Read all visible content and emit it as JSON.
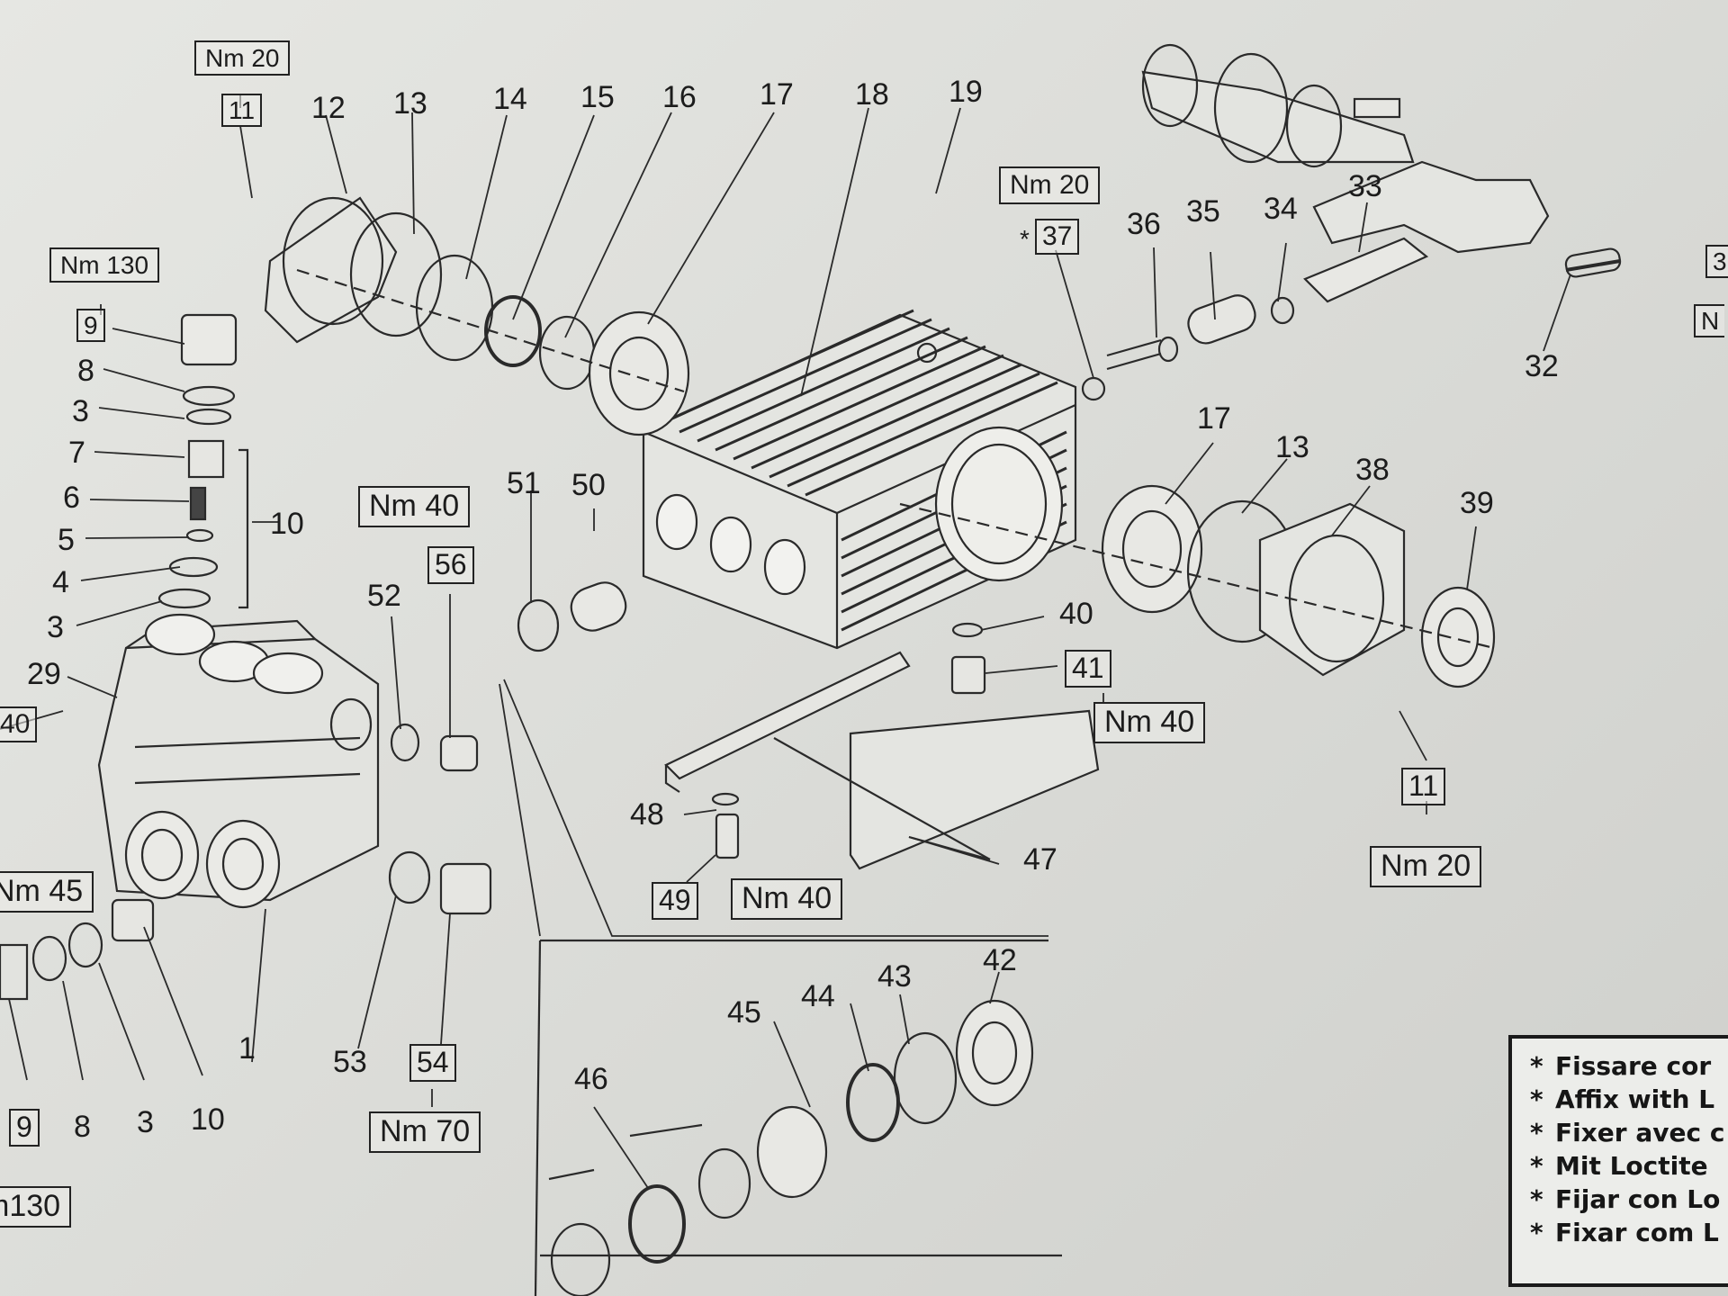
{
  "parts": {
    "p12": "12",
    "p13a": "13",
    "p14": "14",
    "p15": "15",
    "p16": "16",
    "p17a": "17",
    "p18": "18",
    "p19": "19",
    "p36": "36",
    "p35": "35",
    "p34": "34",
    "p33": "33",
    "p32": "32",
    "p8a": "8",
    "p3a": "3",
    "p7": "7",
    "p6": "6",
    "p5": "5",
    "p4": "4",
    "p3b": "3",
    "p10a": "10",
    "p29": "29",
    "p52": "52",
    "p51": "51",
    "p50": "50",
    "p17b": "17",
    "p13b": "13",
    "p38": "38",
    "p39": "39",
    "p40": "40",
    "p48": "48",
    "p47": "47",
    "p1": "1",
    "p53": "53",
    "p8b": "8",
    "p3c": "3",
    "p10b": "10",
    "p46": "46",
    "p45": "45",
    "p44": "44",
    "p43": "43",
    "p42": "42"
  },
  "labels": {
    "torque_12": "Nm 20",
    "ref_11_top": "11",
    "torque_37": "Nm 20",
    "asterisk": "*",
    "ref_37": "37",
    "edge_ref": "3",
    "edge_nm": "N",
    "torque_9_top": "Nm 130",
    "ref_9_top": "9",
    "ref_40_left": "40",
    "torque_56": "Nm 40",
    "ref_56": "56",
    "ref_41": "41",
    "torque_41": "Nm 40",
    "ref_11_right": "11",
    "torque_11_right": "Nm 20",
    "ref_49": "49",
    "torque_49": "Nm 40",
    "torque_10_left": "Nm 45",
    "ref_54": "54",
    "torque_54": "Nm 70",
    "ref_9_bottom": "9",
    "torque_9_bottom": "m130"
  },
  "legend": [
    "Fissare cor",
    "Affix with L",
    "Fixer avec c",
    "Mit Loctite",
    "Fijar con Lo",
    "Fixar com L"
  ]
}
